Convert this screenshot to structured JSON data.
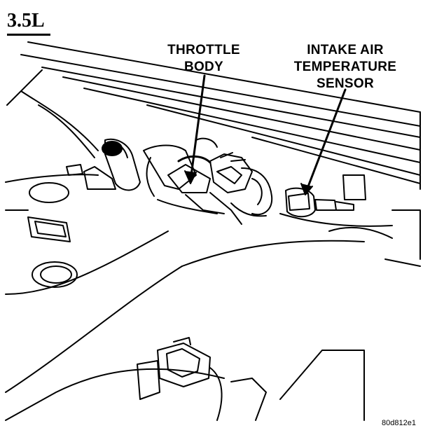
{
  "engine_label": "3.5L",
  "callouts": {
    "throttle_body": {
      "line1": "THROTTLE",
      "line2": "BODY"
    },
    "iat_sensor": {
      "line1": "INTAKE AIR",
      "line2": "TEMPERATURE",
      "line3": "SENSOR"
    }
  },
  "figure_id": "80d812e1",
  "colors": {
    "ink": "#000000",
    "paper": "#ffffff"
  }
}
